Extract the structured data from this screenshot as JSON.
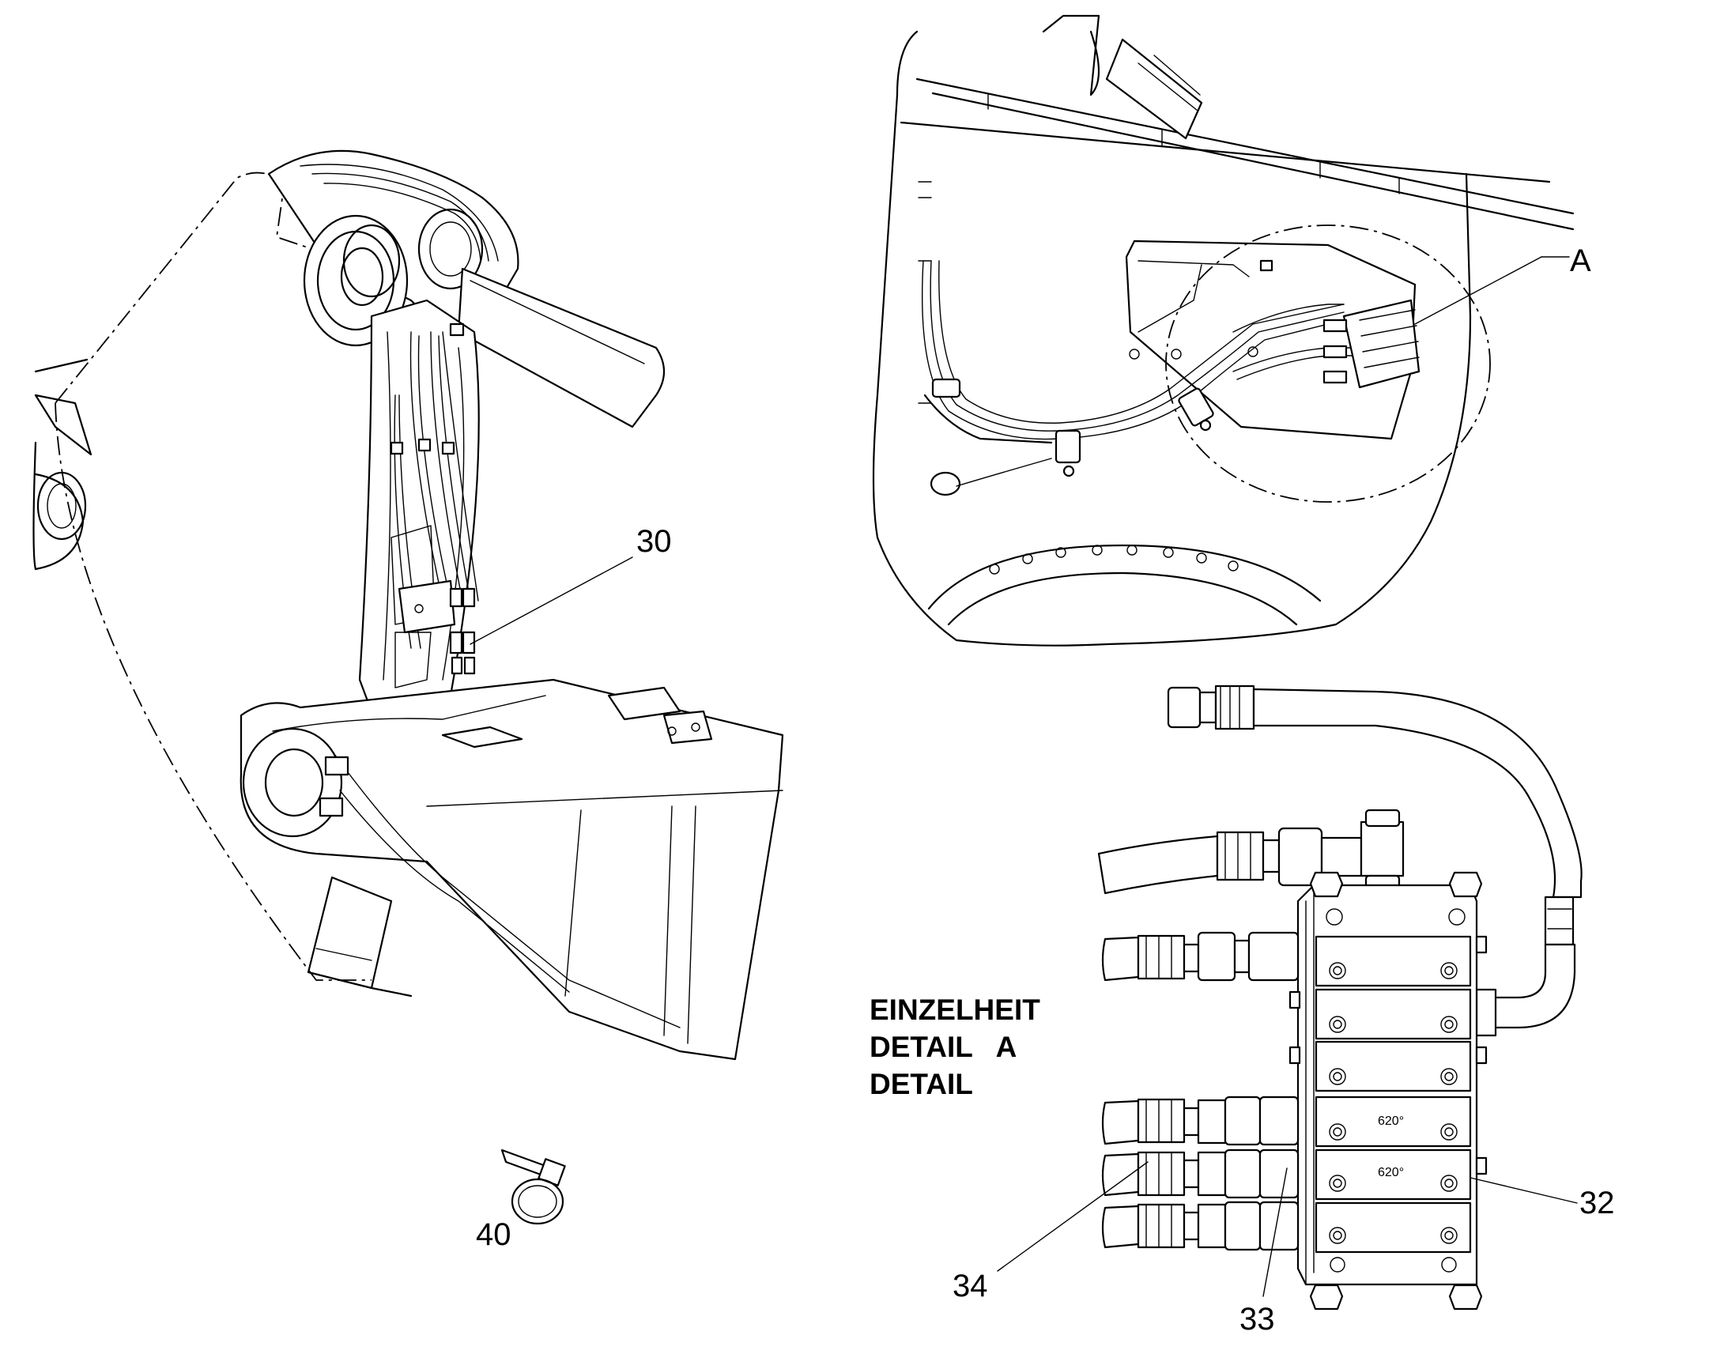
{
  "callouts": {
    "c30": "30",
    "c40": "40",
    "cA": "A",
    "c32": "32",
    "c33": "33",
    "c34": "34"
  },
  "detail_caption": {
    "line1": "EINZELHEIT",
    "line2": "DETAIL   A",
    "line3": "DETAIL"
  },
  "valve_labels": {
    "v4": "620°",
    "v5": "620°"
  },
  "colors": {
    "line": "#000000",
    "background": "#ffffff"
  }
}
